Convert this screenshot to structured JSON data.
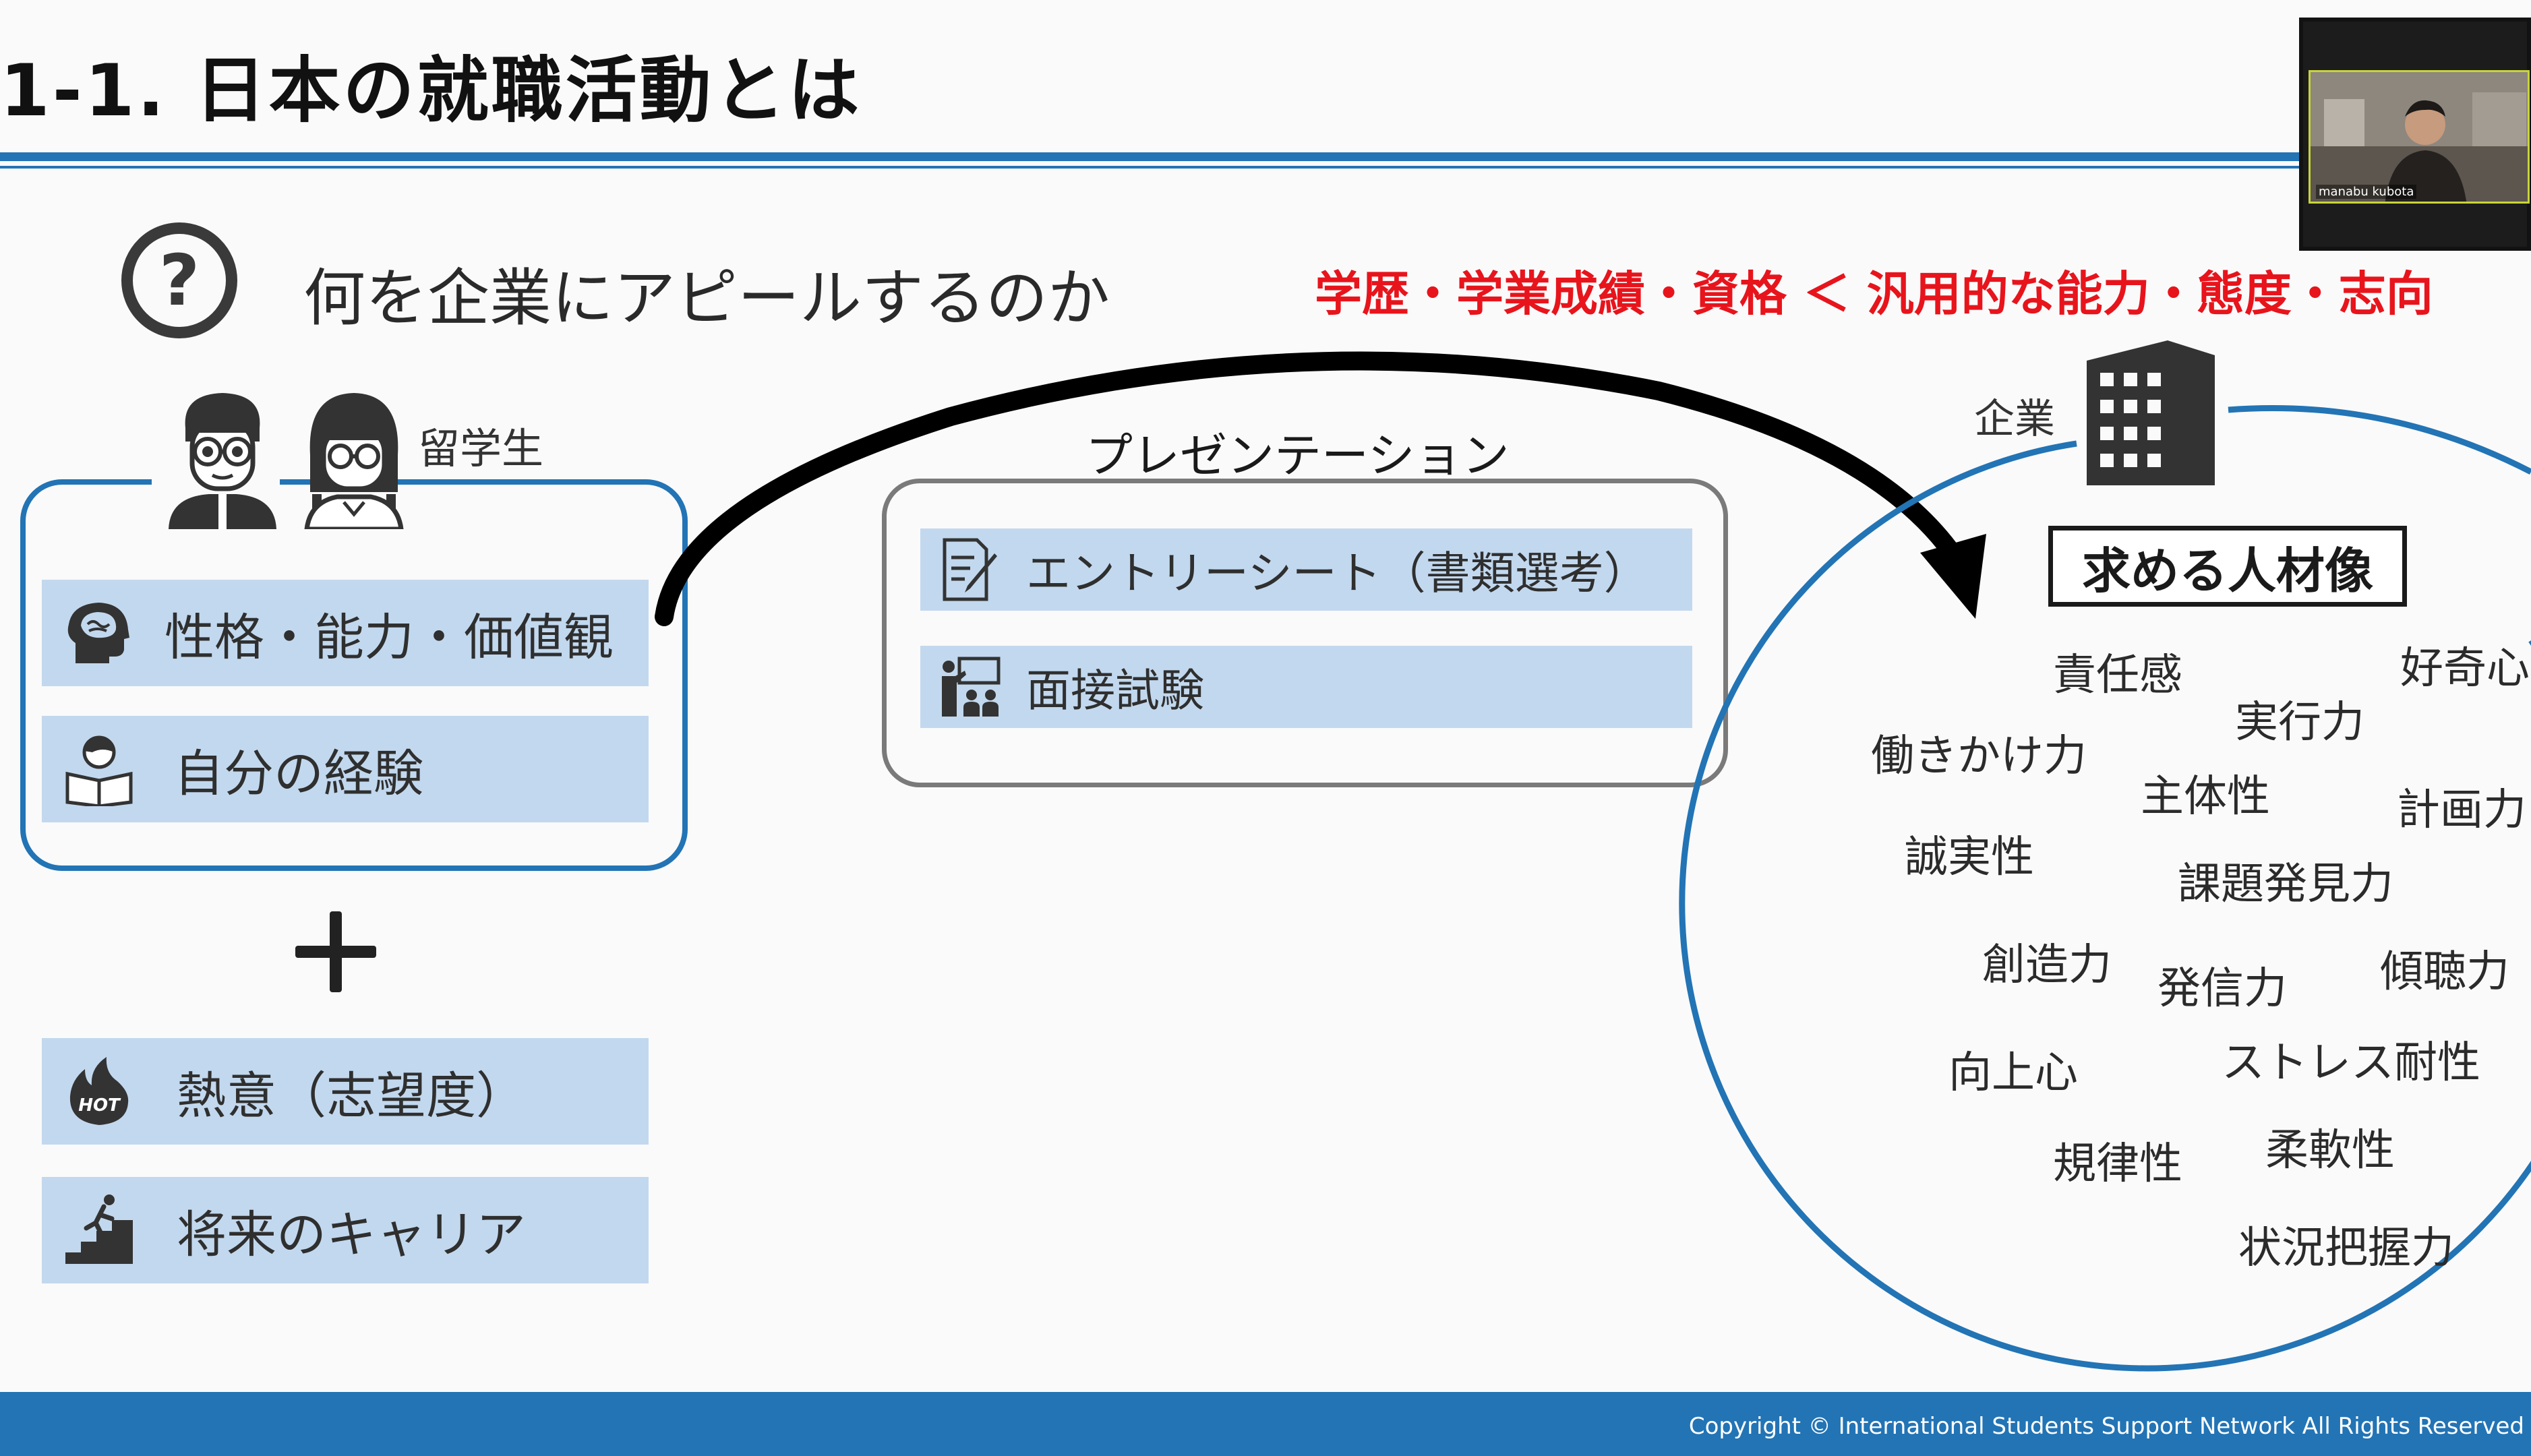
{
  "slide": {
    "title": "1-1.  日本の就職活動とは",
    "heading": "何を企業にアピールするのか",
    "emphasis": "学歴・学業成績・資格 ＜ 汎用的な能力・態度・志向",
    "question_mark": "?"
  },
  "students": {
    "label": "留学生",
    "items": [
      {
        "label": "性格・能力・価値観",
        "icon": "brain-head-icon"
      },
      {
        "label": "自分の経験",
        "icon": "reading-person-icon"
      }
    ],
    "extras": [
      {
        "label": "熱意（志望度）",
        "icon": "hot-flame-icon",
        "icon_text": "HOT"
      },
      {
        "label": "将来のキャリア",
        "icon": "climbing-stairs-icon"
      }
    ]
  },
  "presentation": {
    "label": "プレゼンテーション",
    "items": [
      {
        "label": "エントリーシート（書類選考）",
        "icon": "document-pen-icon"
      },
      {
        "label": "面接試験",
        "icon": "interview-icon"
      }
    ]
  },
  "company": {
    "label": "企業",
    "title": "求める人材像",
    "traits": [
      "責任感",
      "好奇心",
      "実行力",
      "働きかけ力",
      "主体性",
      "計画力",
      "誠実性",
      "課題発見力",
      "創造力",
      "発信力",
      "傾聴力",
      "向上心",
      "ストレス耐性",
      "規律性",
      "柔軟性",
      "状況把握力"
    ]
  },
  "video": {
    "participant": "manabu kubota"
  },
  "footer": {
    "copyright": "Copyright © International Students Support Network All Rights Reserved"
  },
  "colors": {
    "accent": "#2274b5",
    "bar": "#c2d8ee",
    "emphasis": "#e8141c"
  }
}
